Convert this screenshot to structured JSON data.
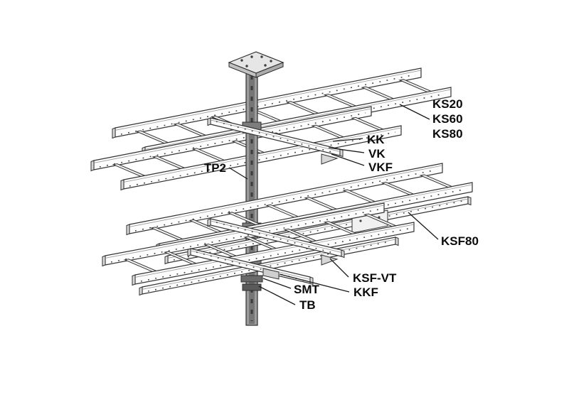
{
  "labels": {
    "ks20": "KS20",
    "ks60": "KS60",
    "ks80": "KS80",
    "kk": "KK",
    "vk": "VK",
    "vkf": "VKF",
    "tp2": "TP2",
    "ksf80": "KSF80",
    "ksf_vt": "KSF-VT",
    "smt": "SMT",
    "kkf": "KKF",
    "tb": "TB"
  },
  "colors": {
    "line": "#333333",
    "background": "#ffffff",
    "pole": "#9c9c9c"
  }
}
